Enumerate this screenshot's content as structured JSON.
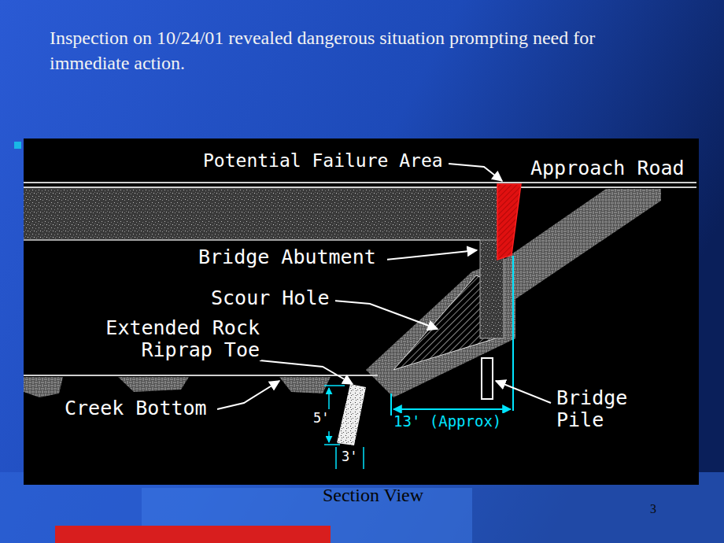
{
  "diagram": {
    "title": "Inspection on 10/24/01 revealed dangerous situation prompting need for immediate action.",
    "caption": "Section View",
    "labels": [
      "Potential Failure Area",
      "Approach Road",
      "Bridge Abutment",
      "Scour Hole",
      "Extended Rock Riprap Toe",
      "Creek Bottom",
      "Bridge Pile",
      "5'",
      "3'",
      "13' (Approx)",
      "3"
    ]
  }
}
